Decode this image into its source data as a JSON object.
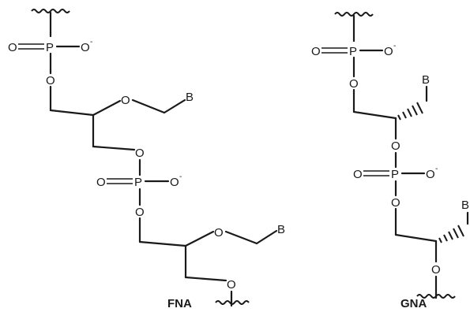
{
  "atoms": {
    "phosphorus": "P",
    "oxygen": "O",
    "charge_minus": "-",
    "base": "B"
  },
  "labels": {
    "fna": "FNA",
    "gna": "GNA"
  },
  "colors": {
    "ink": "#1a1a1a",
    "background": "#ffffff"
  }
}
